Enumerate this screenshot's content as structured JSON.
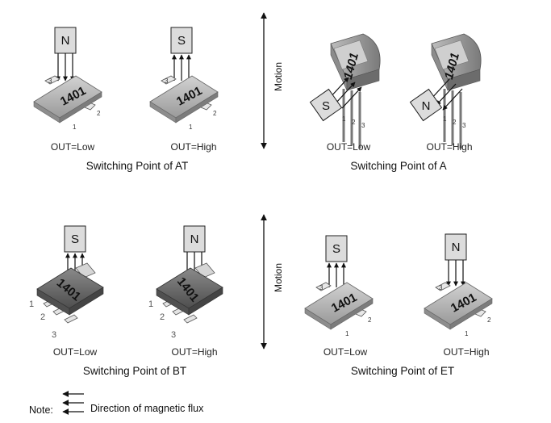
{
  "panels": {
    "at": {
      "caption": "Switching Point of AT",
      "left": {
        "magnet": "N",
        "out": "OUT=Low"
      },
      "right": {
        "magnet": "S",
        "out": "OUT=High"
      },
      "chip": "1401"
    },
    "a": {
      "caption": "Switching Point of A",
      "left": {
        "magnet": "S",
        "out": "OUT=Low"
      },
      "right": {
        "magnet": "N",
        "out": "OUT=High"
      },
      "chip": "1401"
    },
    "bt": {
      "caption": "Switching Point of BT",
      "left": {
        "magnet": "S",
        "out": "OUT=Low"
      },
      "right": {
        "magnet": "N",
        "out": "OUT=High"
      },
      "chip": "1401"
    },
    "et": {
      "caption": "Switching Point of ET",
      "left": {
        "magnet": "S",
        "out": "OUT=Low"
      },
      "right": {
        "magnet": "N",
        "out": "OUT=High"
      },
      "chip": "1401"
    }
  },
  "pins": {
    "p1": "1",
    "p2": "2",
    "p3": "3"
  },
  "motion": "Motion",
  "note": {
    "label": "Note:",
    "text": "Direction of magnetic flux"
  },
  "colors": {
    "body_light": "#b8b8b8",
    "body_dark": "#6e6e6e",
    "magnet_fill": "#dcdcdc",
    "arrow": "#111111"
  }
}
